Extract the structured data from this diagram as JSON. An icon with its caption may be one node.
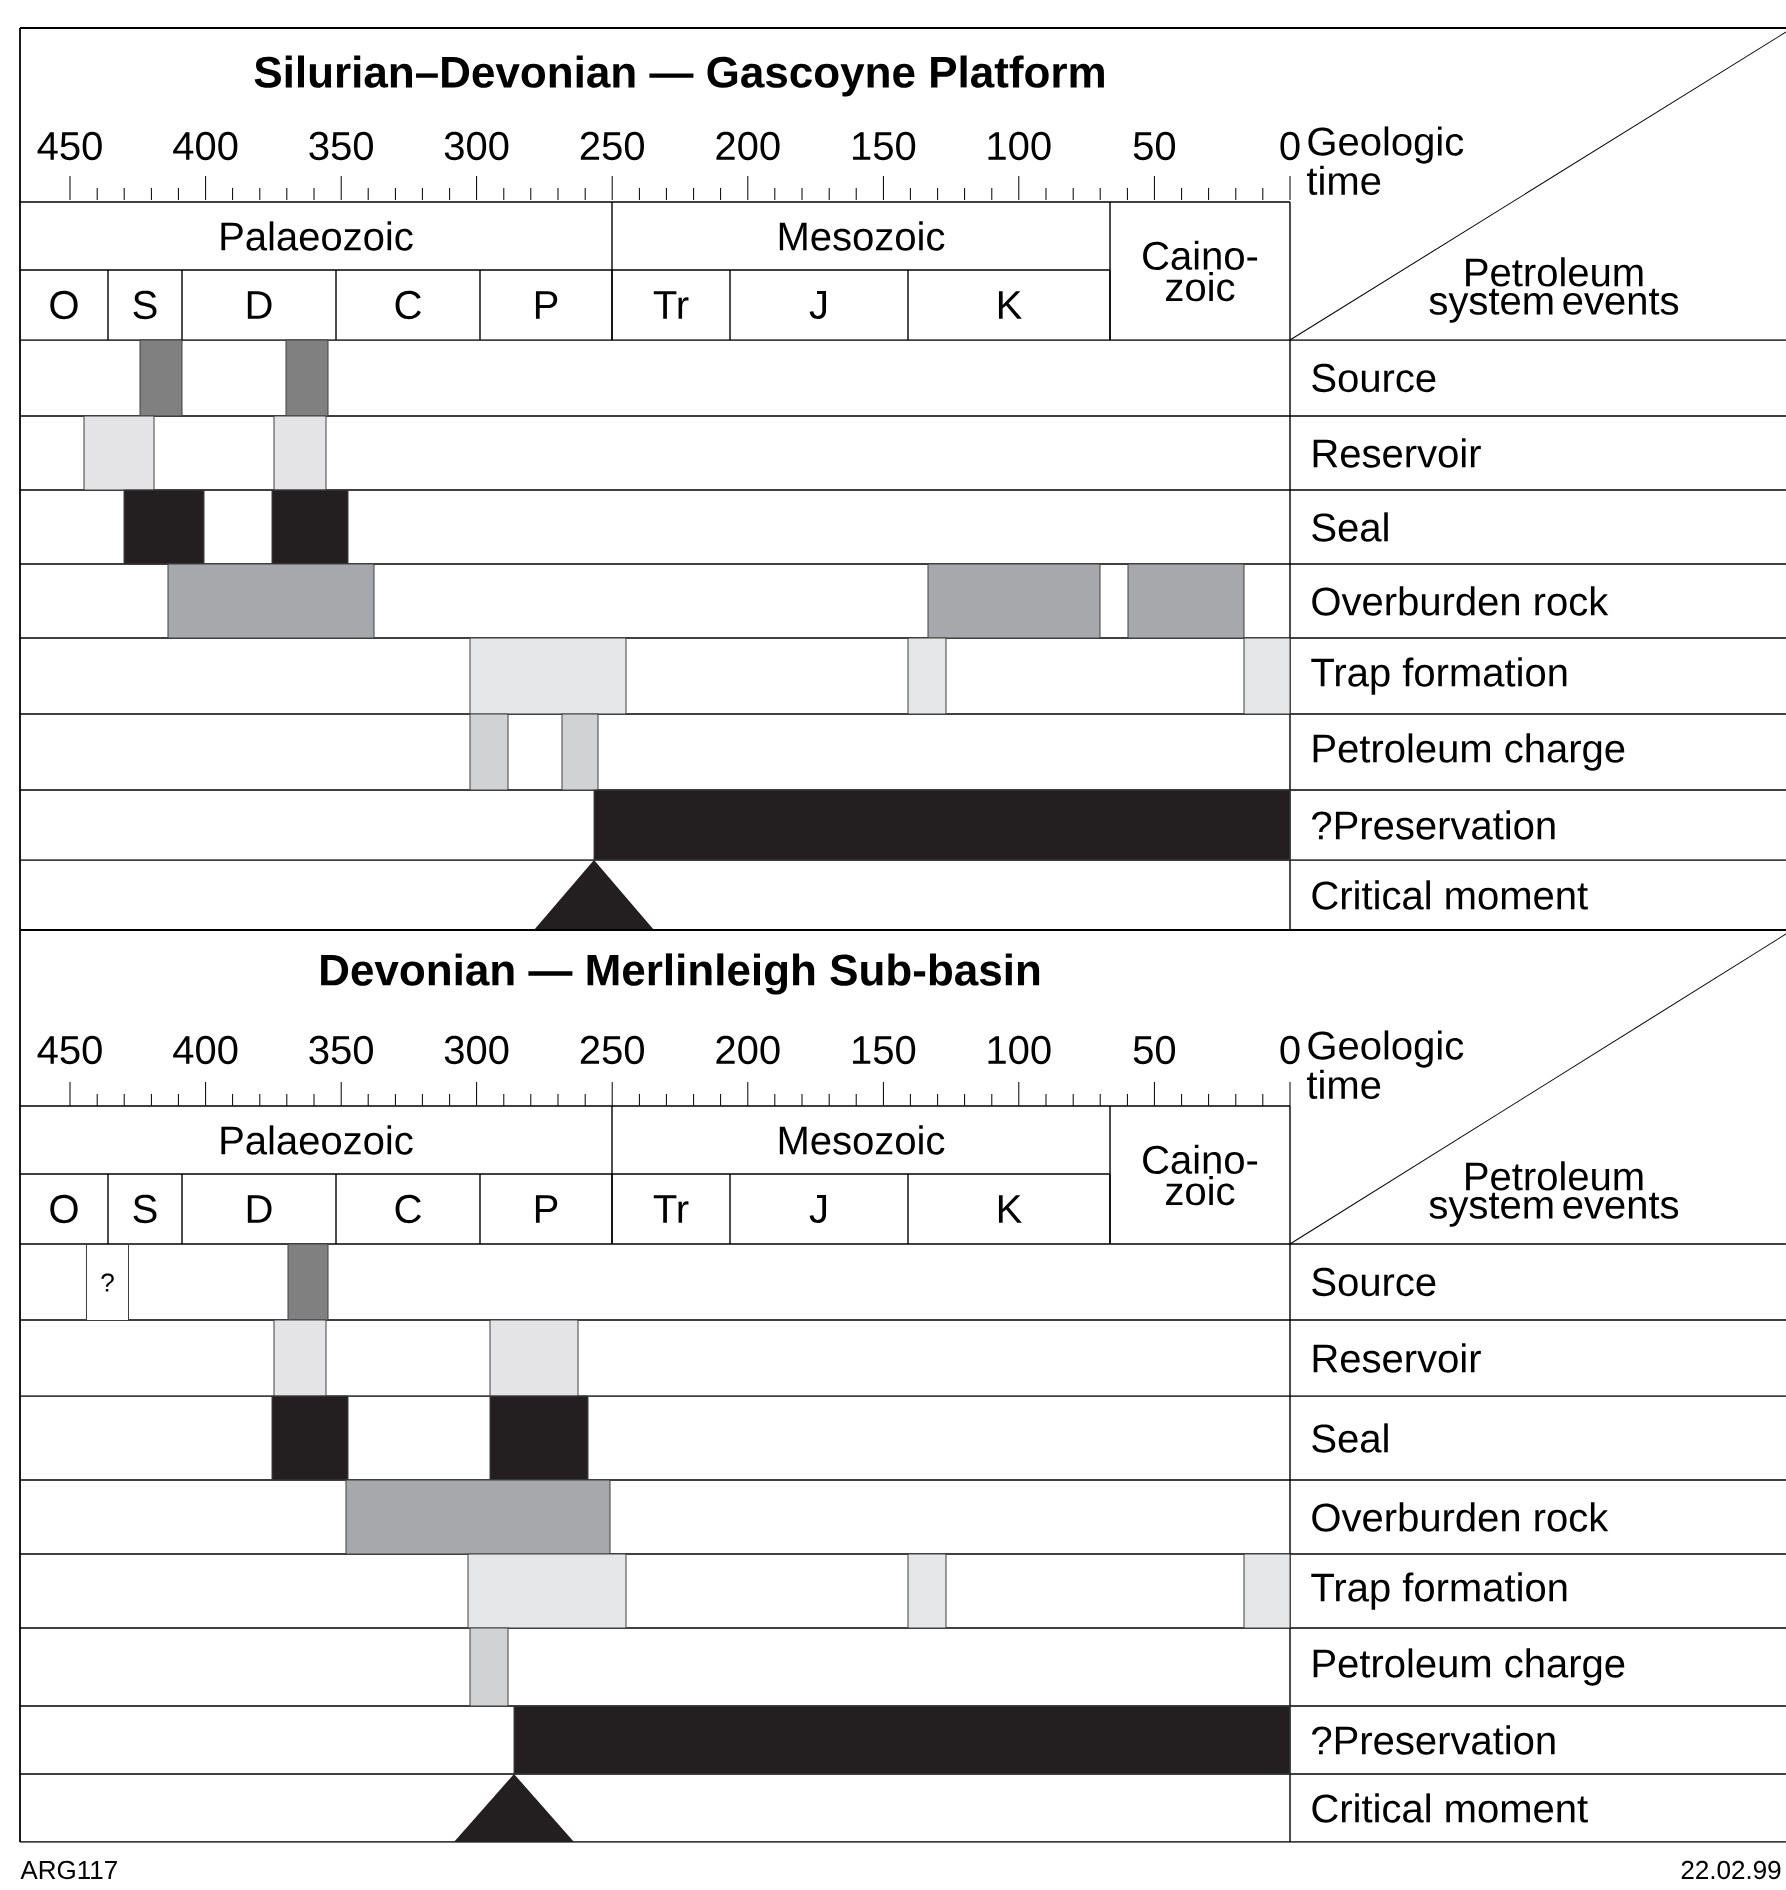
{
  "diagram": {
    "labels": [
      "Silurian–Devonian — Gascoyne Platform",
      "450",
      "400",
      "350",
      "300",
      "250",
      "200",
      "150",
      "100",
      "50",
      "0",
      "Geologic time",
      "Palaeozoic",
      "Mesozoic",
      "Caino- zoic",
      "O",
      "S",
      "D",
      "C",
      "P",
      "Tr",
      "J",
      "K",
      "Petroleum system events",
      "Source",
      "Reservoir",
      "Seal",
      "Overburden rock",
      "Trap formation",
      "Petroleum charge",
      "?Preservation",
      "Critical moment",
      "Devonian — Merlinleigh Sub-basin",
      "450",
      "400",
      "350",
      "300",
      "250",
      "200",
      "150",
      "100",
      "50",
      "0",
      "Geologic time",
      "Palaeozoic",
      "Mesozoic",
      "Caino- zoic",
      "O",
      "S",
      "D",
      "C",
      "P",
      "Tr",
      "J",
      "K",
      "Petroleum system events",
      "Source",
      "Reservoir",
      "Seal",
      "Overburden rock",
      "Trap formation",
      "Petroleum charge",
      "?Preservation",
      "Critical moment",
      "?",
      "ARG117",
      "22.02.99"
    ]
  }
}
